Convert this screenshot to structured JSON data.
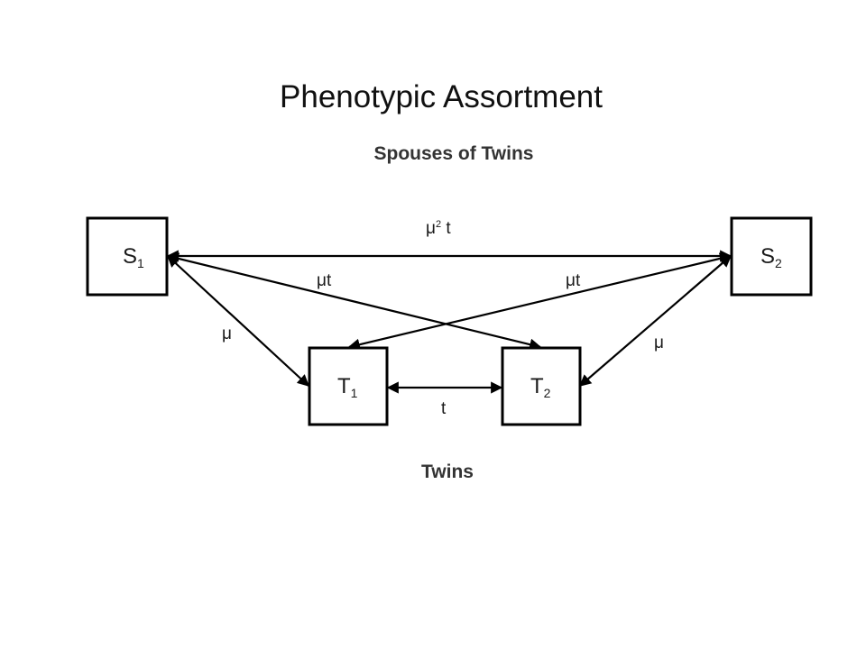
{
  "title": "Phenotypic Assortment",
  "diagram": {
    "top_heading": "Spouses of Twins",
    "bottom_heading": "Twins",
    "nodes": {
      "s1": {
        "letter": "S",
        "sub": "1"
      },
      "s2": {
        "letter": "S",
        "sub": "2"
      },
      "t1": {
        "letter": "T",
        "sub": "1"
      },
      "t2": {
        "letter": "T",
        "sub": "2"
      }
    },
    "edges": {
      "s1_s2": {
        "symbol": "μ",
        "sup": "2",
        "rest": " t"
      },
      "s1_t2": {
        "text": "μt"
      },
      "s2_t1": {
        "text": "μt"
      },
      "s1_t1": {
        "text": "μ"
      },
      "s2_t2": {
        "text": "μ"
      },
      "t1_t2": {
        "text": "t"
      }
    },
    "colors": {
      "stroke": "#000000",
      "text": "#1a1a1a",
      "heading": "#333333"
    }
  }
}
